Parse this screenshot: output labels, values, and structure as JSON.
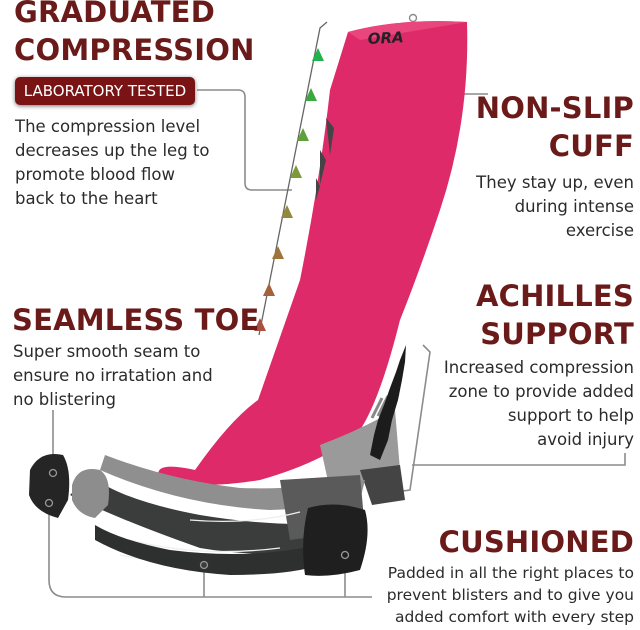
{
  "features": {
    "graduated_compression": {
      "title_line1": "GRADUATED",
      "title_line2": "COMPRESSION",
      "badge": "LABORATORY TESTED",
      "lines": [
        "The compression level",
        "decreases up the leg to",
        "promote blood flow",
        "back to the heart"
      ]
    },
    "non_slip_cuff": {
      "title_line1": "NON-SLIP",
      "title_line2": "CUFF",
      "lines": [
        "They stay up, even",
        "during intense",
        "exercise"
      ]
    },
    "seamless_toe": {
      "title": "SEAMLESS TOE",
      "lines": [
        "Super smooth seam to",
        "ensure no irratation and",
        "no blistering"
      ]
    },
    "achilles_support": {
      "title_line1": "ACHILLES",
      "title_line2": "SUPPORT",
      "lines": [
        "Increased compression",
        "zone to provide added",
        "support to help",
        "avoid injury"
      ]
    },
    "cushioned": {
      "title": "CUSHIONED",
      "lines": [
        "Padded in all the right places to",
        "prevent blisters and to give you",
        "added comfort with every step"
      ]
    }
  },
  "sock": {
    "logo_text": "ORA",
    "colors": {
      "sock_pink": "#de2a68",
      "heading": "#6b1a1a",
      "badge": "#7a1414",
      "pad_dark": "#2e302f",
      "pad_gray": "#8a8a8a"
    }
  },
  "gradient_arrows": [
    "#22b14c",
    "#3aa83e",
    "#5fa03a",
    "#7c9a3a",
    "#93893a",
    "#9e763a",
    "#a5623a",
    "#aa5040"
  ]
}
